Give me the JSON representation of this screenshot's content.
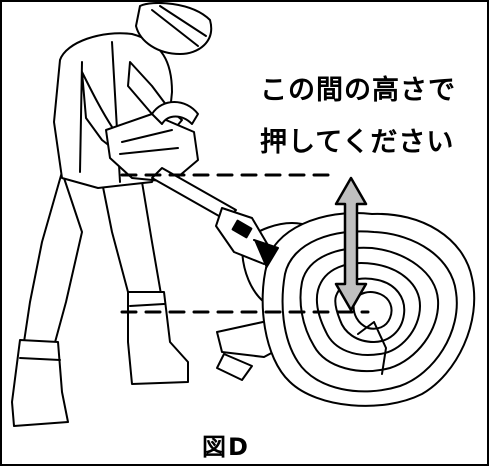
{
  "instruction": {
    "line1": "この間の高さで",
    "line2": "押してください"
  },
  "figure_label": "図D",
  "colors": {
    "line": "#000000",
    "background": "#ffffff",
    "arrow_fill": "#bfbfbf"
  },
  "icons": [
    "double-headed-arrow",
    "chainsaw",
    "log",
    "worker"
  ]
}
